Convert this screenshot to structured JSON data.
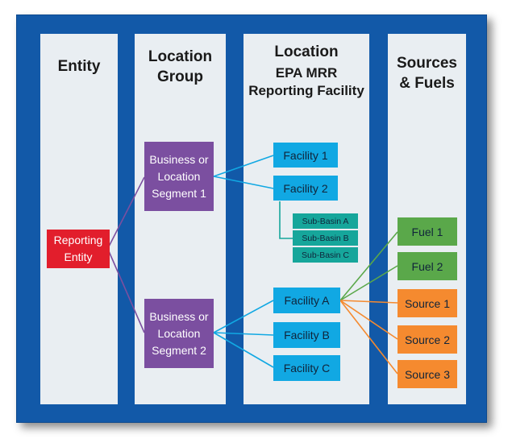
{
  "columns": {
    "entity": "Entity",
    "location_group": "Location\nGroup",
    "location": "Location",
    "location_sub": "EPA MRR\nReporting Facility",
    "sources": "Sources\n& Fuels"
  },
  "nodes": {
    "reporting_entity": "Reporting\nEntity",
    "segment_1": "Business or\nLocation\nSegment 1",
    "segment_2": "Business or\nLocation\nSegment 2",
    "facility_1": "Facility 1",
    "facility_2": "Facility 2",
    "sub_basin_a": "Sub-Basin A",
    "sub_basin_b": "Sub-Basin B",
    "sub_basin_c": "Sub-Basin C",
    "facility_a": "Facility A",
    "facility_b": "Facility B",
    "facility_c": "Facility C",
    "fuel_1": "Fuel 1",
    "fuel_2": "Fuel 2",
    "source_1": "Source 1",
    "source_2": "Source 2",
    "source_3": "Source 3"
  },
  "colors": {
    "frame": "#1259a8",
    "column": "#e9eef2",
    "entity": "#e21e2c",
    "segment": "#7b4fa0",
    "facility": "#11a8e3",
    "sub_basin": "#16a69b",
    "fuel": "#5aa84a",
    "source": "#f58a2f"
  }
}
